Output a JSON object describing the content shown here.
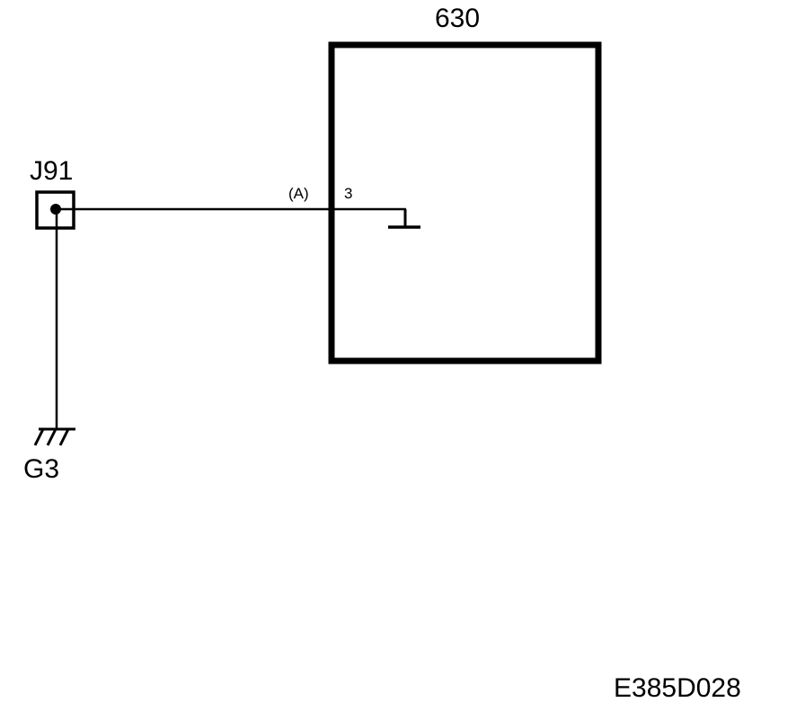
{
  "component": {
    "id": "630",
    "pin_number": "3",
    "connector_id": "(A)"
  },
  "junction": {
    "id": "J91"
  },
  "ground": {
    "id": "G3"
  },
  "figure_id": "E385D028",
  "colors": {
    "ink": "#000000",
    "background": "#ffffff"
  }
}
